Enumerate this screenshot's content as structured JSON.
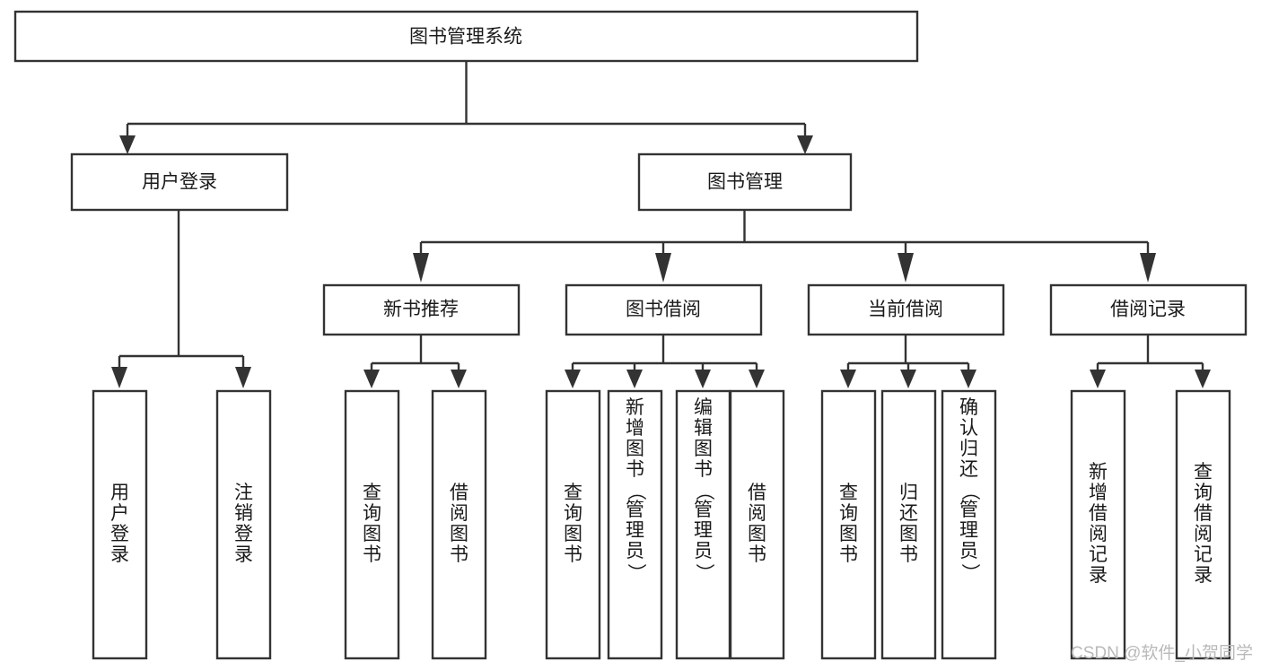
{
  "diagram": {
    "type": "tree",
    "title": "图书管理系统",
    "orientation": "top-down",
    "colors": {
      "box_fill": "#ffffff",
      "box_stroke": "#333333",
      "text": "#1a1a1a",
      "background": "#ffffff",
      "watermark": "#b9b9b9"
    },
    "root": {
      "label": "图书管理系统"
    },
    "level2": [
      {
        "label": "用户登录"
      },
      {
        "label": "图书管理"
      }
    ],
    "level3": [
      {
        "label": "新书推荐"
      },
      {
        "label": "图书借阅"
      },
      {
        "label": "当前借阅"
      },
      {
        "label": "借阅记录"
      }
    ],
    "leaves": {
      "user_login": [
        {
          "label": "用户登录",
          "align": "center"
        },
        {
          "label": "注销登录",
          "align": "center"
        }
      ],
      "new_book_recommend": [
        {
          "label": "查询图书",
          "align": "center"
        },
        {
          "label": "借阅图书",
          "align": "center"
        }
      ],
      "book_borrow": [
        {
          "label": "查询图书",
          "align": "center"
        },
        {
          "label": "新增图书（管理员）",
          "align": "top"
        },
        {
          "label": "编辑图书（管理员）",
          "align": "top"
        },
        {
          "label": "借阅图书",
          "align": "center"
        }
      ],
      "current_borrow": [
        {
          "label": "查询图书",
          "align": "center"
        },
        {
          "label": "归还图书",
          "align": "center"
        },
        {
          "label": "确认归还（管理员）",
          "align": "top"
        }
      ],
      "borrow_record": [
        {
          "label": "新增借阅记录",
          "align": "center"
        },
        {
          "label": "查询借阅记录",
          "align": "center"
        }
      ]
    },
    "watermark": "CSDN @软件_小贺同学"
  }
}
